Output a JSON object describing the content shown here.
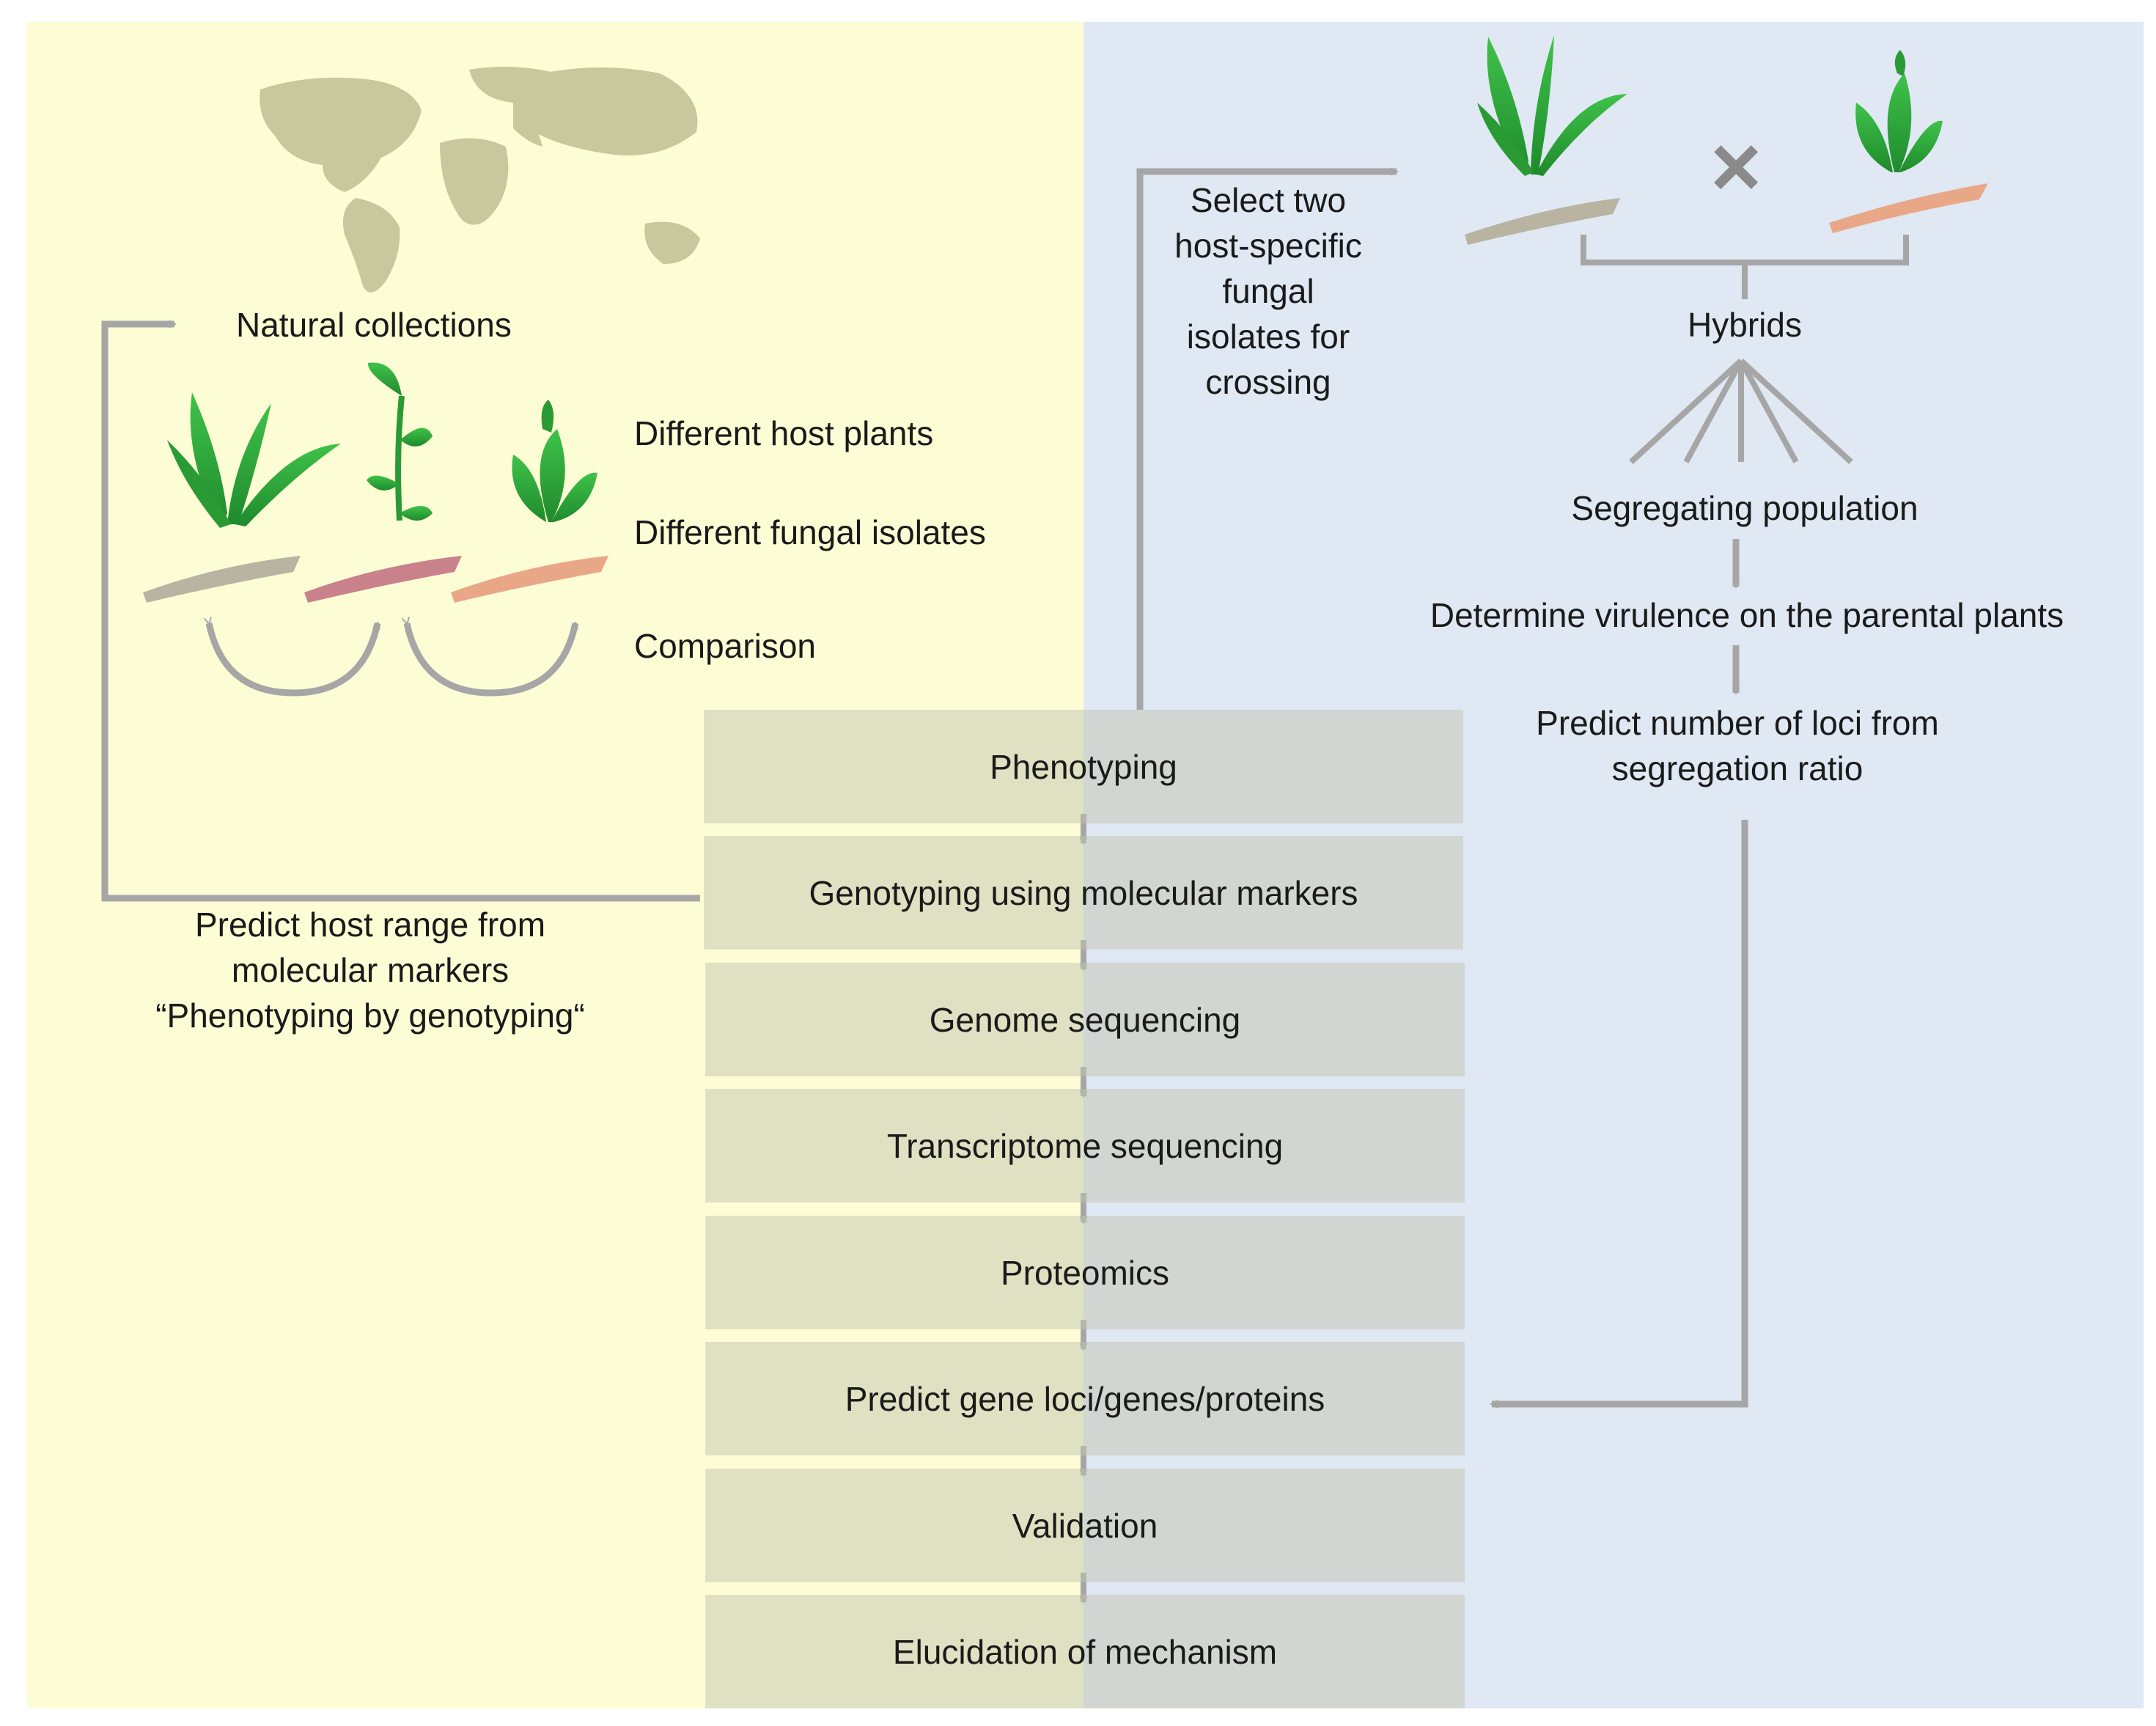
{
  "left_panel": {
    "natural_collections": "Natural collections",
    "different_host_plants": "Different host plants",
    "different_fungal_isolates": "Different fungal isolates",
    "comparison": "Comparison",
    "predict_host_range": [
      "Predict host range from",
      "molecular markers",
      "“Phenotyping by genotyping“"
    ]
  },
  "right_panel": {
    "select_isolates": [
      "Select two",
      "host-specific",
      "fungal",
      "isolates for",
      "crossing"
    ],
    "cross_symbol": "×",
    "hybrids": "Hybrids",
    "segregating_population": "Segregating population",
    "determine_virulence": "Determine virulence on the parental plants",
    "predict_loci": [
      "Predict number of loci from",
      "segregation ratio"
    ]
  },
  "pipeline": {
    "steps": [
      "Phenotyping",
      "Genotyping using molecular markers",
      "Genome sequencing",
      "Transcriptome sequencing",
      "Proteomics",
      "Predict gene loci/genes/proteins",
      "Validation",
      "Elucidation of mechanism"
    ]
  },
  "colors": {
    "left_bg": "#fdfdd5",
    "right_bg": "#dfe8f3",
    "arrow": "#a6a6a6",
    "plant_green": "#2fa33a",
    "map": "#c9c89c"
  }
}
